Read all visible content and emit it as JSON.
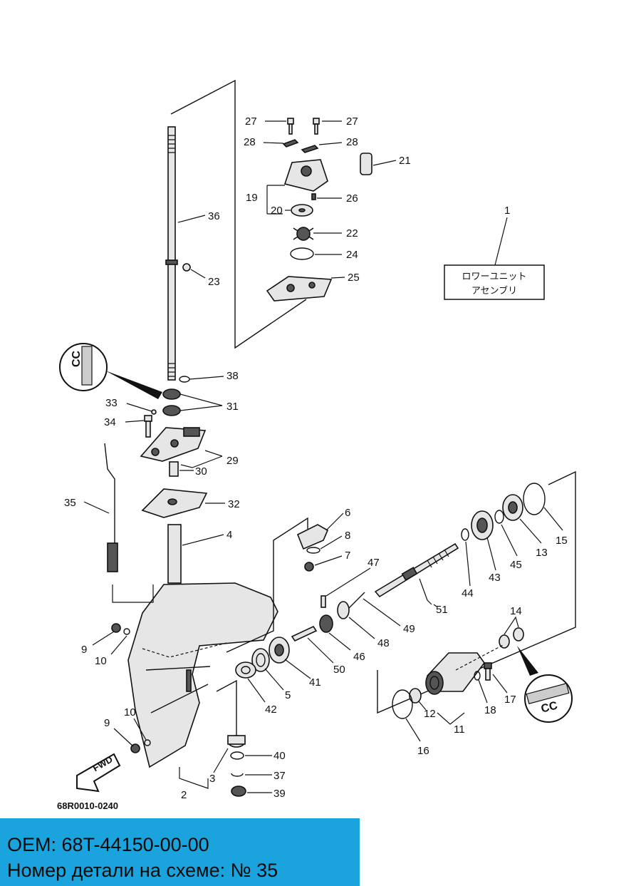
{
  "diagram": {
    "drawing_code": "68R0010-0240",
    "fwd_label": "FWD",
    "cc_label": "CC",
    "assembly_box": {
      "line1": "ロワーユニット",
      "line2": "アセンブリ"
    },
    "callouts": [
      {
        "id": "c1",
        "text": "1"
      },
      {
        "id": "c2",
        "text": "2"
      },
      {
        "id": "c3",
        "text": "3"
      },
      {
        "id": "c4",
        "text": "4"
      },
      {
        "id": "c5",
        "text": "5"
      },
      {
        "id": "c6",
        "text": "6"
      },
      {
        "id": "c7",
        "text": "7"
      },
      {
        "id": "c8",
        "text": "8"
      },
      {
        "id": "c9a",
        "text": "9"
      },
      {
        "id": "c9b",
        "text": "9"
      },
      {
        "id": "c10a",
        "text": "10"
      },
      {
        "id": "c10b",
        "text": "10"
      },
      {
        "id": "c11",
        "text": "11"
      },
      {
        "id": "c12",
        "text": "12"
      },
      {
        "id": "c13",
        "text": "13"
      },
      {
        "id": "c14",
        "text": "14"
      },
      {
        "id": "c15",
        "text": "15"
      },
      {
        "id": "c16",
        "text": "16"
      },
      {
        "id": "c17",
        "text": "17"
      },
      {
        "id": "c18",
        "text": "18"
      },
      {
        "id": "c19",
        "text": "19"
      },
      {
        "id": "c20",
        "text": "20"
      },
      {
        "id": "c21",
        "text": "21"
      },
      {
        "id": "c22",
        "text": "22"
      },
      {
        "id": "c23",
        "text": "23"
      },
      {
        "id": "c24",
        "text": "24"
      },
      {
        "id": "c25",
        "text": "25"
      },
      {
        "id": "c26",
        "text": "26"
      },
      {
        "id": "c27a",
        "text": "27"
      },
      {
        "id": "c27b",
        "text": "27"
      },
      {
        "id": "c28a",
        "text": "28"
      },
      {
        "id": "c28b",
        "text": "28"
      },
      {
        "id": "c29",
        "text": "29"
      },
      {
        "id": "c30",
        "text": "30"
      },
      {
        "id": "c31",
        "text": "31"
      },
      {
        "id": "c32",
        "text": "32"
      },
      {
        "id": "c33",
        "text": "33"
      },
      {
        "id": "c34",
        "text": "34"
      },
      {
        "id": "c35",
        "text": "35"
      },
      {
        "id": "c36",
        "text": "36"
      },
      {
        "id": "c37",
        "text": "37"
      },
      {
        "id": "c38",
        "text": "38"
      },
      {
        "id": "c39",
        "text": "39"
      },
      {
        "id": "c40",
        "text": "40"
      },
      {
        "id": "c41",
        "text": "41"
      },
      {
        "id": "c42",
        "text": "42"
      },
      {
        "id": "c43",
        "text": "43"
      },
      {
        "id": "c44",
        "text": "44"
      },
      {
        "id": "c45",
        "text": "45"
      },
      {
        "id": "c46",
        "text": "46"
      },
      {
        "id": "c47",
        "text": "47"
      },
      {
        "id": "c48",
        "text": "48"
      },
      {
        "id": "c49",
        "text": "49"
      },
      {
        "id": "c50",
        "text": "50"
      },
      {
        "id": "c51",
        "text": "51"
      }
    ]
  },
  "footer": {
    "oem_line": "OEM: 68T-44150-00-00",
    "part_number_line": "Номер детали на схеме: № 35"
  }
}
